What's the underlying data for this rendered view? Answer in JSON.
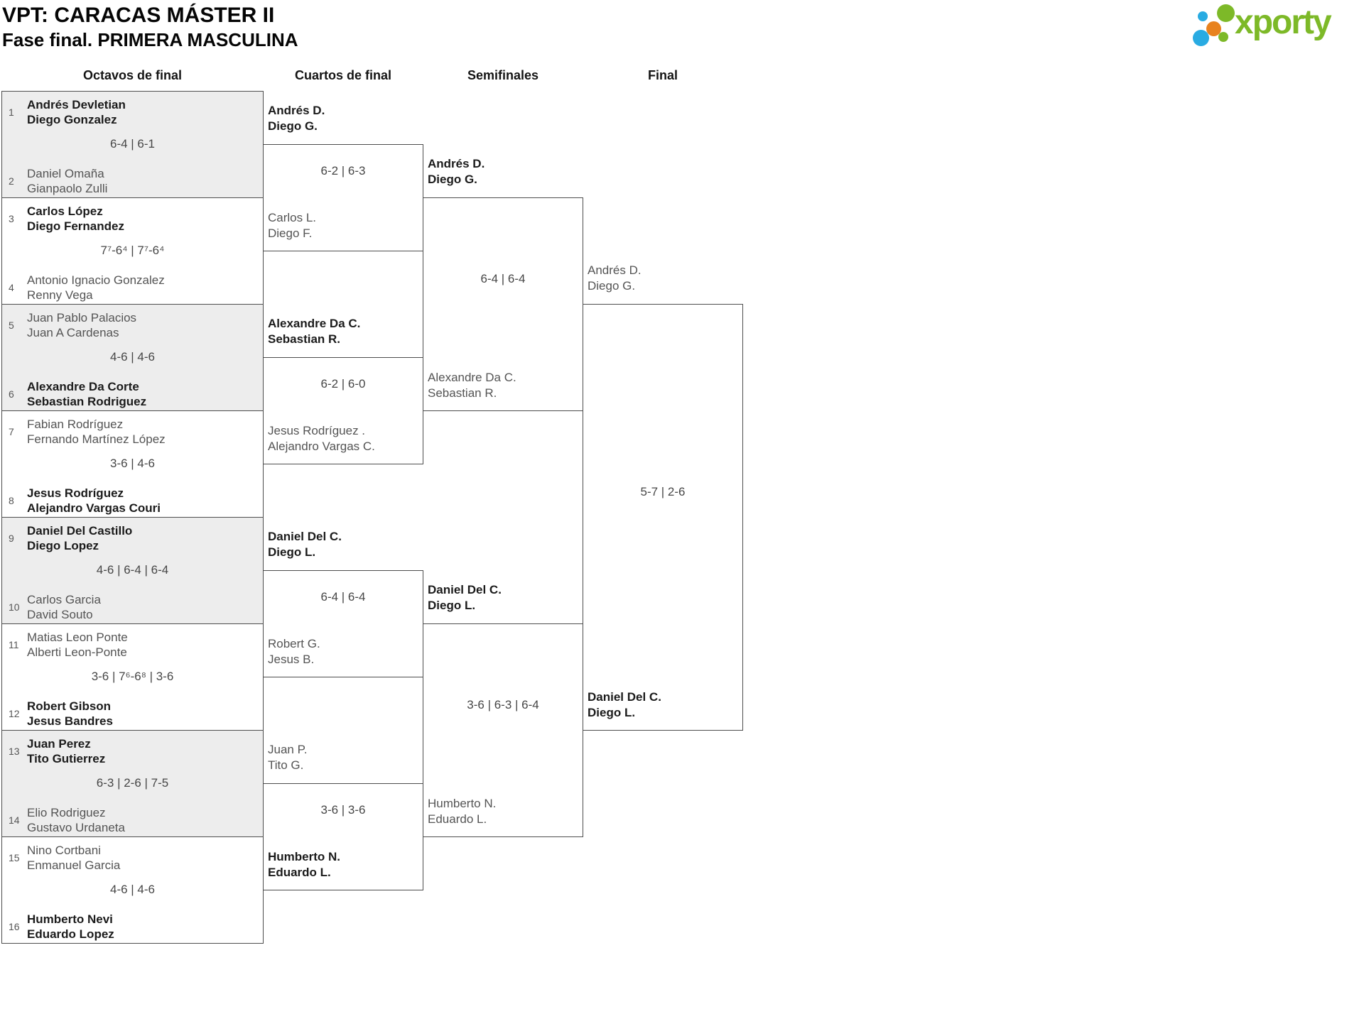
{
  "page": {
    "title": "VPT: CARACAS MÁSTER II",
    "subtitle": "Fase final. PRIMERA MASCULINA"
  },
  "logo": {
    "text": "xporty"
  },
  "colors": {
    "logo_green": "#7db928",
    "logo_blue": "#29abe2",
    "logo_orange": "#e8821e",
    "shaded_row_bg": "#ededed",
    "border": "#4d4d4d",
    "winner_text": "#1b1b1b",
    "loser_text": "#545454"
  },
  "round_headers": {
    "octavos": "Octavos de final",
    "cuartos": "Cuartos de final",
    "semifinales": "Semifinales",
    "final": "Final"
  },
  "octavos": [
    {
      "team1": {
        "seed": "1",
        "line1": "Andrés Devletian",
        "line2": "Diego Gonzalez",
        "winner": true
      },
      "score": "6-4 | 6-1",
      "team2": {
        "seed": "2",
        "line1": "Daniel Omaña",
        "line2": "Gianpaolo Zulli",
        "winner": false
      }
    },
    {
      "team1": {
        "seed": "3",
        "line1": "Carlos López",
        "line2": "Diego Fernandez",
        "winner": true
      },
      "score": "7⁷-6⁴ | 7⁷-6⁴",
      "team2": {
        "seed": "4",
        "line1": "Antonio Ignacio Gonzalez",
        "line2": "Renny Vega",
        "winner": false
      }
    },
    {
      "team1": {
        "seed": "5",
        "line1": "Juan Pablo Palacios",
        "line2": "Juan A Cardenas",
        "winner": false
      },
      "score": "4-6 | 4-6",
      "team2": {
        "seed": "6",
        "line1": "Alexandre Da Corte",
        "line2": "Sebastian Rodriguez",
        "winner": true
      }
    },
    {
      "team1": {
        "seed": "7",
        "line1": "Fabian Rodríguez",
        "line2": "Fernando Martínez López",
        "winner": false
      },
      "score": "3-6 | 4-6",
      "team2": {
        "seed": "8",
        "line1": "Jesus Rodríguez",
        "line2": "Alejandro Vargas Couri",
        "winner": true
      }
    },
    {
      "team1": {
        "seed": "9",
        "line1": "Daniel Del Castillo",
        "line2": "Diego Lopez",
        "winner": true
      },
      "score": "4-6 | 6-4 | 6-4",
      "team2": {
        "seed": "10",
        "line1": "Carlos Garcia",
        "line2": "David Souto",
        "winner": false
      }
    },
    {
      "team1": {
        "seed": "11",
        "line1": "Matias Leon Ponte",
        "line2": "Alberti Leon-Ponte",
        "winner": false
      },
      "score": "3-6 | 7⁶-6⁸ | 3-6",
      "team2": {
        "seed": "12",
        "line1": "Robert Gibson",
        "line2": "Jesus Bandres",
        "winner": true
      }
    },
    {
      "team1": {
        "seed": "13",
        "line1": "Juan Perez",
        "line2": "Tito Gutierrez",
        "winner": true
      },
      "score": "6-3 | 2-6 | 7-5",
      "team2": {
        "seed": "14",
        "line1": "Elio Rodriguez",
        "line2": "Gustavo Urdaneta",
        "winner": false
      }
    },
    {
      "team1": {
        "seed": "15",
        "line1": "Nino Cortbani",
        "line2": "Enmanuel Garcia",
        "winner": false
      },
      "score": "4-6 | 4-6",
      "team2": {
        "seed": "16",
        "line1": "Humberto Nevi",
        "line2": "Eduardo Lopez",
        "winner": true
      }
    }
  ],
  "cuartos": [
    {
      "team1": {
        "line1": "Andrés D.",
        "line2": "Diego G.",
        "winner": true
      },
      "score": "6-2 | 6-3",
      "team2": {
        "line1": "Carlos L.",
        "line2": "Diego F.",
        "winner": false
      }
    },
    {
      "team1": {
        "line1": "Alexandre Da C.",
        "line2": "Sebastian R.",
        "winner": true
      },
      "score": "6-2 | 6-0",
      "team2": {
        "line1": "Jesus Rodríguez .",
        "line2": "Alejandro Vargas C.",
        "winner": false
      }
    },
    {
      "team1": {
        "line1": "Daniel Del C.",
        "line2": "Diego L.",
        "winner": true
      },
      "score": "6-4 | 6-4",
      "team2": {
        "line1": "Robert G.",
        "line2": "Jesus B.",
        "winner": false
      }
    },
    {
      "team1": {
        "line1": "Juan P.",
        "line2": "Tito G.",
        "winner": false
      },
      "score": "3-6 | 3-6",
      "team2": {
        "line1": "Humberto N.",
        "line2": "Eduardo L.",
        "winner": true
      }
    }
  ],
  "semifinales": [
    {
      "team1": {
        "line1": "Andrés D.",
        "line2": "Diego G.",
        "winner": true
      },
      "score": "6-4 | 6-4",
      "team2": {
        "line1": "Alexandre Da C.",
        "line2": "Sebastian R.",
        "winner": false
      }
    },
    {
      "team1": {
        "line1": "Daniel Del C.",
        "line2": "Diego L.",
        "winner": true
      },
      "score": "3-6 | 6-3 | 6-4",
      "team2": {
        "line1": "Humberto N.",
        "line2": "Eduardo L.",
        "winner": false
      }
    }
  ],
  "final": [
    {
      "team1": {
        "line1": "Andrés D.",
        "line2": "Diego G.",
        "winner": false
      },
      "score": "5-7 | 2-6",
      "team2": {
        "line1": "Daniel Del C.",
        "line2": "Diego L.",
        "winner": true
      }
    }
  ]
}
